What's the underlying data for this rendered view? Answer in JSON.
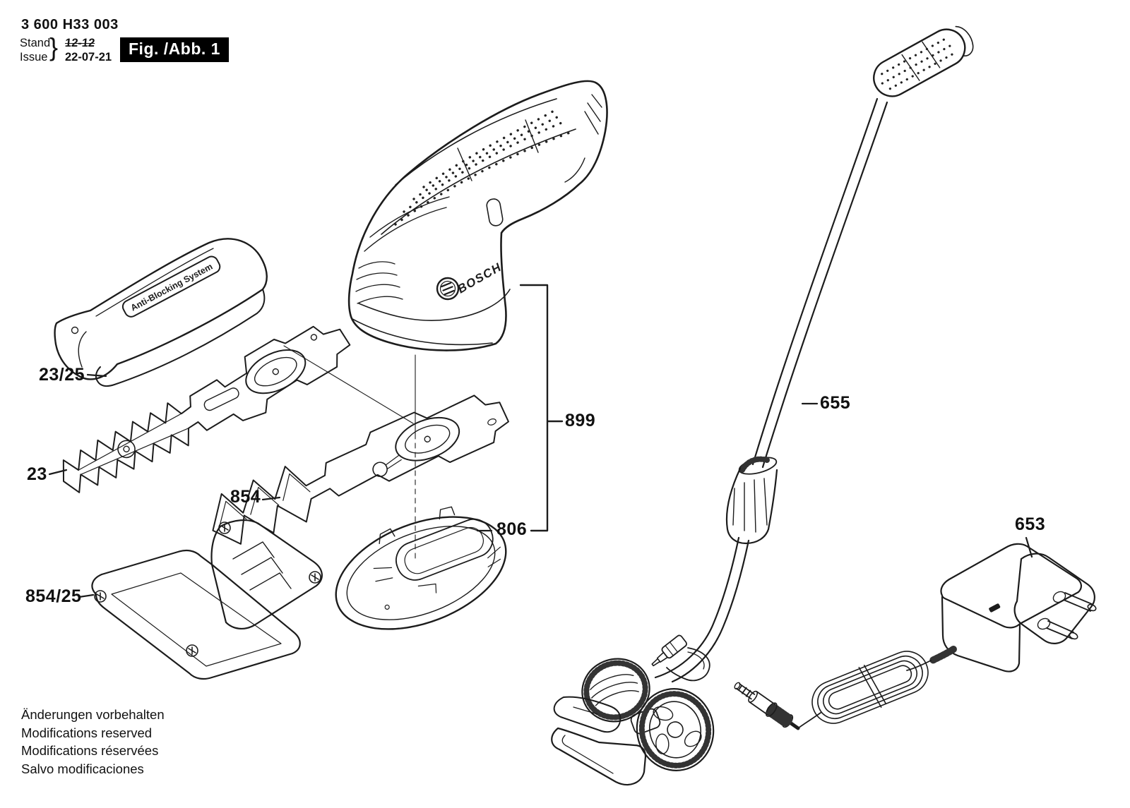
{
  "header": {
    "part_number": "3 600 H33 003",
    "stand_label": "Stand",
    "issue_label": "Issue",
    "brace": "}",
    "stand_value": "12-12",
    "issue_value": "22-07-21",
    "figure_label": "Fig. /Abb. 1"
  },
  "part_labels": {
    "blade_cover": "23/25",
    "shear_blade": "23",
    "grass_blade": "854",
    "blade_guard": "854/25",
    "base_plate": "806",
    "tool_assembly": "899",
    "extension_pole": "655",
    "charger": "653"
  },
  "artwork_text": {
    "anti_blocking_label": "Anti-Blocking System",
    "bosch_wordmark": "BOSCH"
  },
  "footer": {
    "line1": "Änderungen vorbehalten",
    "line2": "Modifications reserved",
    "line3": "Modifications réservées",
    "line4": "Salvo modificaciones"
  },
  "colors": {
    "line": "#1c1c1c",
    "background": "#ffffff",
    "figure_box_bg": "#000000",
    "figure_box_text": "#ffffff"
  }
}
